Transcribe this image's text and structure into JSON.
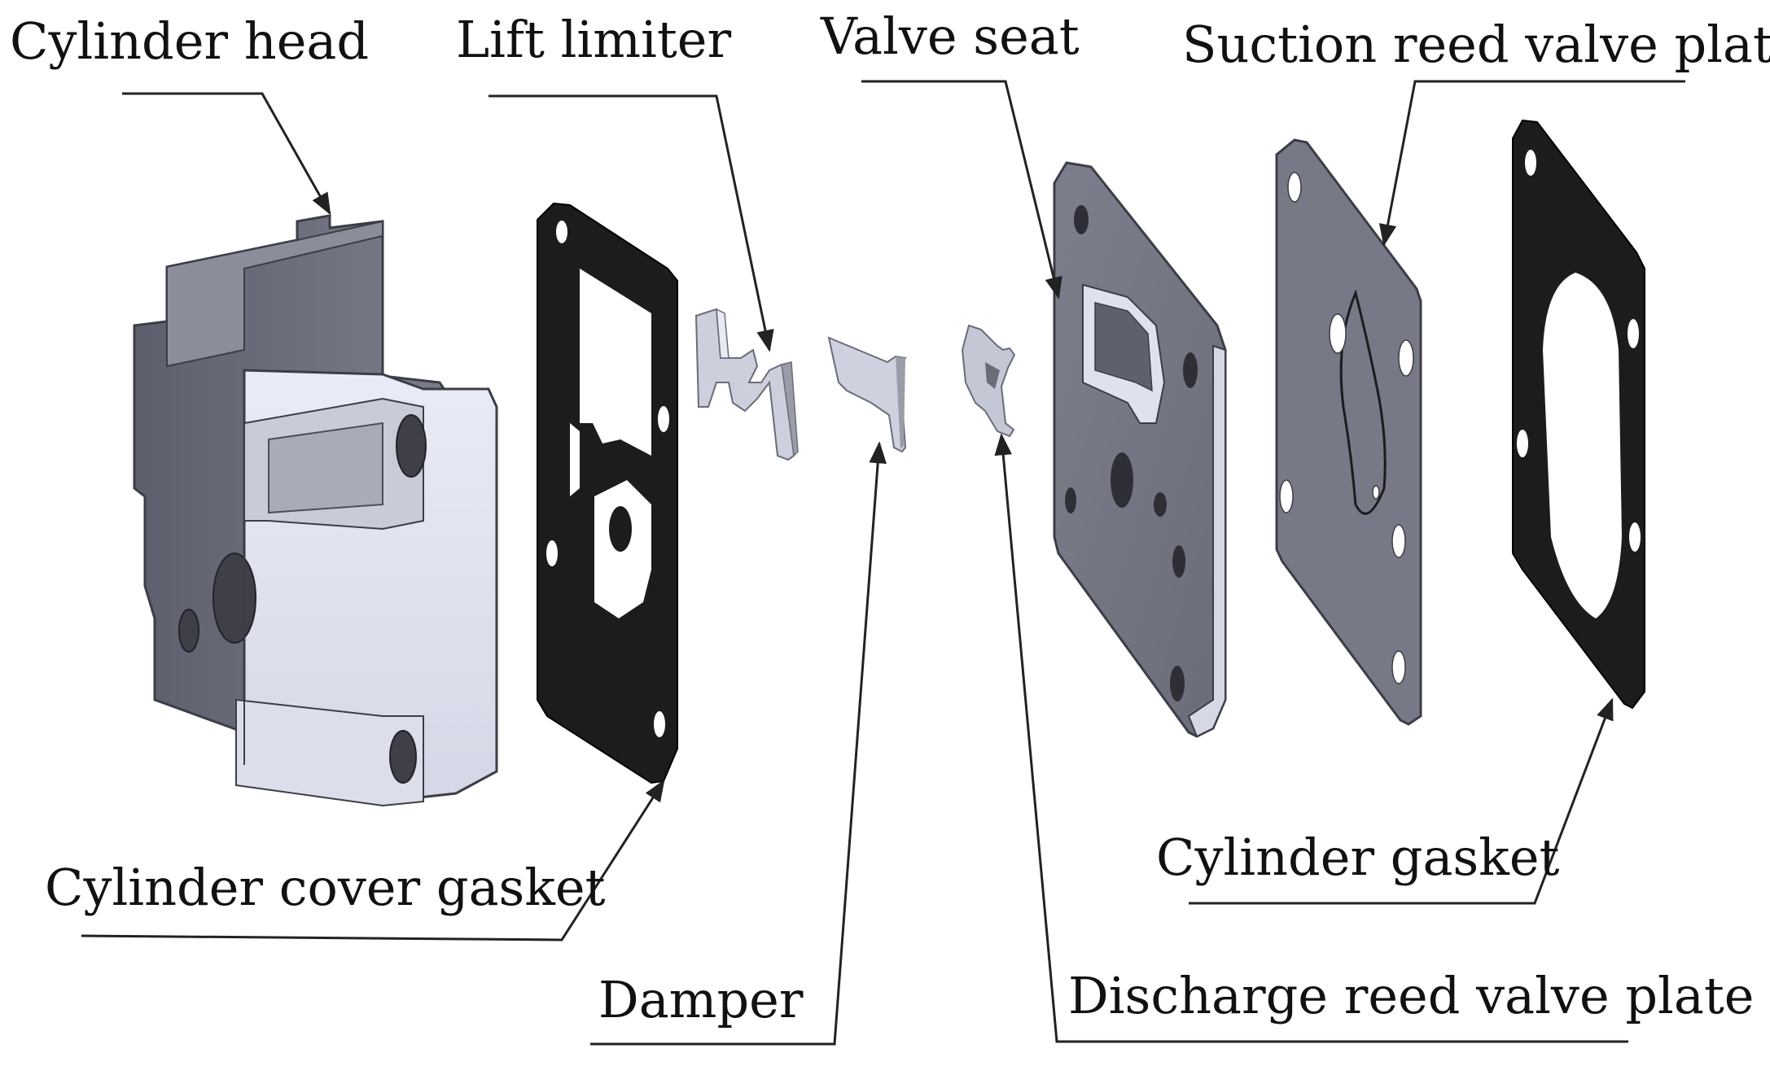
{
  "labels": {
    "cylinder_head": "Cylinder head",
    "lift_limiter": "Lift limiter",
    "valve_seat": "Valve seat",
    "suction_reed_valve_plate": "Suction reed valve plate",
    "cylinder_cover_gasket": "Cylinder cover gasket",
    "damper": "Damper",
    "cylinder_gasket": "Cylinder gasket",
    "discharge_reed_valve_plate": "Discharge reed valve plate"
  },
  "colors": {
    "metal_dark": "#6b6d7a",
    "metal_mid": "#8a8c98",
    "metal_light": "#e4e6f3",
    "gasket_black": "#1c1c1c",
    "leader_line": "#222222",
    "text": "#111111"
  }
}
